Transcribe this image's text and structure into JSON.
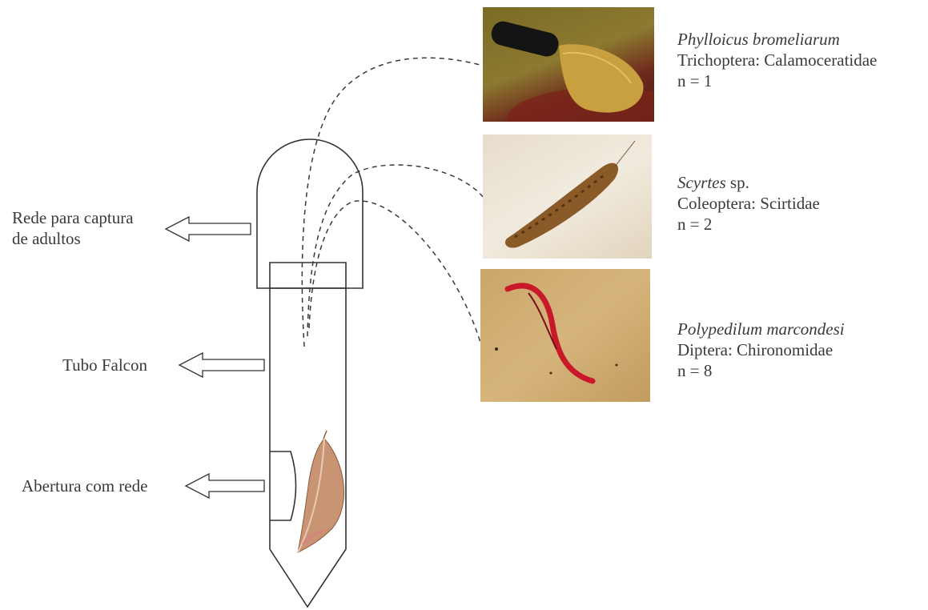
{
  "labels": {
    "net_adult": [
      "Rede para captura",
      "de adultos"
    ],
    "falcon_tube": "Tubo Falcon",
    "opening": "Abertura com rede"
  },
  "species": [
    {
      "scientific": "Phylloicus bromeliarum",
      "suffix": "",
      "order": "Trichoptera: Calamoceratidae",
      "count": "n = 1"
    },
    {
      "scientific": "Scyrtes",
      "suffix": " sp.",
      "order": "Coleoptera: Scirtidae",
      "count": "n = 2"
    },
    {
      "scientific": "Polypedilum marcondesi",
      "suffix": "",
      "order": "Diptera: Chironomidae",
      "count": "n = 8"
    }
  ]
}
